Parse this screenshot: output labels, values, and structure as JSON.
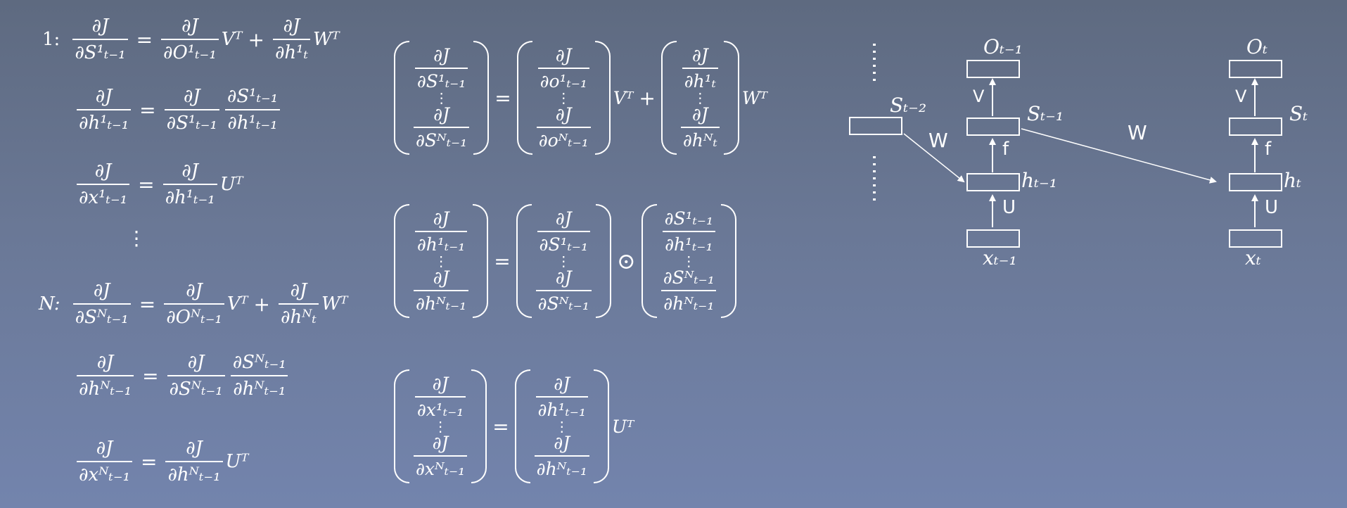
{
  "left_equations": {
    "label_1": "1:",
    "label_N": "N:",
    "ellipsis": "⋮",
    "eq1": {
      "lhs_num": "∂J",
      "lhs_den": "∂S¹ₜ₋₁",
      "t1_num": "∂J",
      "t1_den": "∂O¹ₜ₋₁",
      "t1_mul": "Vᵀ",
      "plus": "+",
      "t2_num": "∂J",
      "t2_den": "∂h¹ₜ",
      "t2_mul": "Wᵀ",
      "eq": "="
    },
    "eq2": {
      "lhs_num": "∂J",
      "lhs_den": "∂h¹ₜ₋₁",
      "t1_num": "∂J",
      "t1_den": "∂S¹ₜ₋₁",
      "t2_num": "∂S¹ₜ₋₁",
      "t2_den": "∂h¹ₜ₋₁",
      "eq": "="
    },
    "eq3": {
      "lhs_num": "∂J",
      "lhs_den": "∂x¹ₜ₋₁",
      "t1_num": "∂J",
      "t1_den": "∂h¹ₜ₋₁",
      "t1_mul": "Uᵀ",
      "eq": "="
    },
    "eq4": {
      "lhs_num": "∂J",
      "lhs_den": "∂Sᴺₜ₋₁",
      "t1_num": "∂J",
      "t1_den": "∂Oᴺₜ₋₁",
      "t1_mul": "Vᵀ",
      "plus": "+",
      "t2_num": "∂J",
      "t2_den": "∂hᴺₜ",
      "t2_mul": "Wᵀ",
      "eq": "="
    },
    "eq5": {
      "lhs_num": "∂J",
      "lhs_den": "∂hᴺₜ₋₁",
      "t1_num": "∂J",
      "t1_den": "∂Sᴺₜ₋₁",
      "t2_num": "∂Sᴺₜ₋₁",
      "t2_den": "∂hᴺₜ₋₁",
      "eq": "="
    },
    "eq6": {
      "lhs_num": "∂J",
      "lhs_den": "∂xᴺₜ₋₁",
      "t1_num": "∂J",
      "t1_den": "∂hᴺₜ₋₁",
      "t1_mul": "Uᵀ",
      "eq": "="
    }
  },
  "matrix_equations": {
    "vdots": "⋮",
    "m1": {
      "lhs": [
        [
          "∂J",
          "∂S¹ₜ₋₁"
        ],
        [
          "∂J",
          "∂Sᴺₜ₋₁"
        ]
      ],
      "eq": "=",
      "a": [
        [
          "∂J",
          "∂o¹ₜ₋₁"
        ],
        [
          "∂J",
          "∂oᴺₜ₋₁"
        ]
      ],
      "a_mul": "Vᵀ",
      "plus": "+",
      "b": [
        [
          "∂J",
          "∂h¹ₜ"
        ],
        [
          "∂J",
          "∂hᴺₜ"
        ]
      ],
      "b_mul": "Wᵀ"
    },
    "m2": {
      "lhs": [
        [
          "∂J",
          "∂h¹ₜ₋₁"
        ],
        [
          "∂J",
          "∂hᴺₜ₋₁"
        ]
      ],
      "eq": "=",
      "a": [
        [
          "∂J",
          "∂S¹ₜ₋₁"
        ],
        [
          "∂J",
          "∂Sᴺₜ₋₁"
        ]
      ],
      "odot": "⊙",
      "b": [
        [
          "∂S¹ₜ₋₁",
          "∂h¹ₜ₋₁"
        ],
        [
          "∂Sᴺₜ₋₁",
          "∂hᴺₜ₋₁"
        ]
      ]
    },
    "m3": {
      "lhs": [
        [
          "∂J",
          "∂x¹ₜ₋₁"
        ],
        [
          "∂J",
          "∂xᴺₜ₋₁"
        ]
      ],
      "eq": "=",
      "a": [
        [
          "∂J",
          "∂h¹ₜ₋₁"
        ],
        [
          "∂J",
          "∂hᴺₜ₋₁"
        ]
      ],
      "a_mul": "Uᵀ"
    }
  },
  "diagram": {
    "labels": {
      "s_t_minus_2": "Sₜ₋₂",
      "o_t_minus_1": "Oₜ₋₁",
      "s_t_minus_1": "Sₜ₋₁",
      "h_t_minus_1": "hₜ₋₁",
      "x_t_minus_1": "xₜ₋₁",
      "o_t": "Oₜ",
      "s_t": "Sₜ",
      "h_t": "hₜ",
      "x_t": "xₜ",
      "w_left": "W",
      "w_right": "W",
      "v_left": "V",
      "f_left": "f",
      "u_left": "U",
      "v_right": "V",
      "f_right": "f",
      "u_right": "U"
    }
  }
}
